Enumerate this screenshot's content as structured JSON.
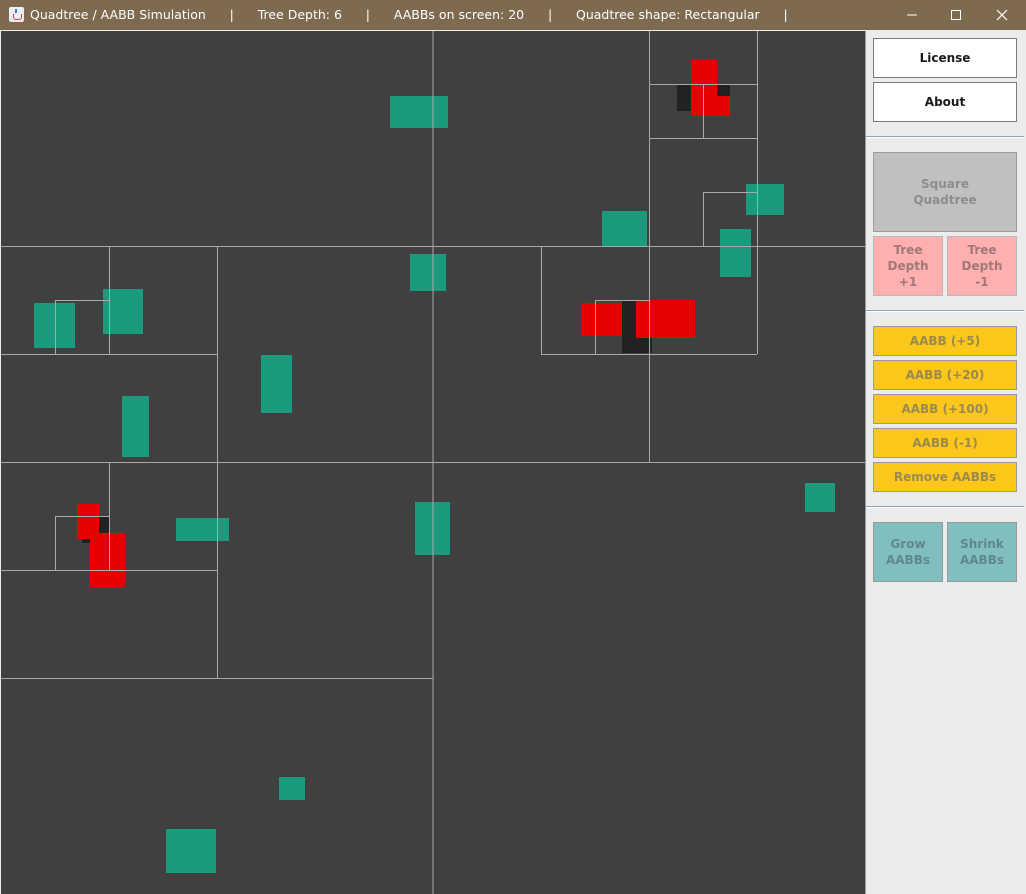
{
  "window": {
    "title": "Quadtree / AABB Simulation      |      Tree Depth: 6      |      AABBs on screen: 20      |      Quadtree shape: Rectangular      |"
  },
  "colors": {
    "canvas_bg": "#404040",
    "quadtree_lines": "#a9a9a9",
    "aabb_normal": "#1b9a7d",
    "aabb_colliding": "#e60000",
    "aabb_overlap": "#222222",
    "titlebar": "#7e6a4f"
  },
  "icons": {
    "app": "java-cup-icon",
    "minimize": "minimize-icon",
    "maximize": "maximize-icon",
    "close": "close-icon"
  },
  "panel": {
    "license": "License",
    "about": "About",
    "square_quadtree": "Square\nQuadtree",
    "tree_depth_plus": "Tree\nDepth\n+1",
    "tree_depth_minus": "Tree\nDepth\n-1",
    "aabb_plus5": "AABB (+5)",
    "aabb_plus20": "AABB (+20)",
    "aabb_plus100": "AABB (+100)",
    "aabb_minus1": "AABB (-1)",
    "remove_aabbs": "Remove AABBs",
    "grow_aabbs": "Grow\nAABBs",
    "shrink_aabbs": "Shrink\nAABBs"
  }
}
